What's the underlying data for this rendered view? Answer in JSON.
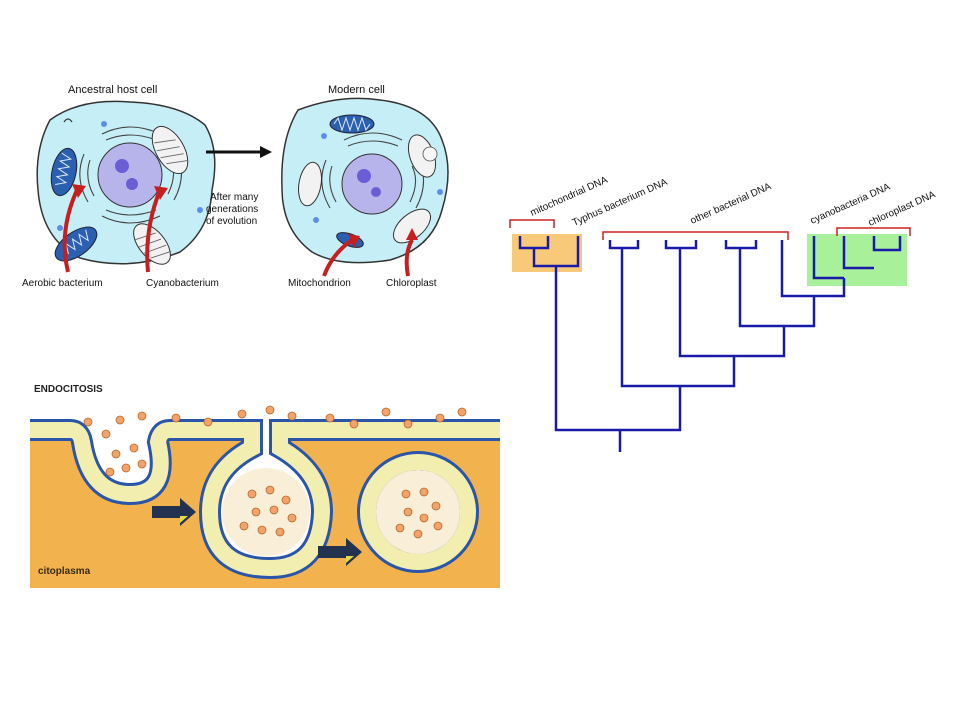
{
  "endosymbiosis": {
    "ancestral_label": "Ancestral host cell",
    "modern_label": "Modern cell",
    "arrow_text": [
      "After many",
      "generations",
      "of evolution"
    ],
    "aerobic_label": "Aerobic bacterium",
    "cyano_label": "Cyanobacterium",
    "mito_label": "Mitochondrion",
    "chloro_label": "Chloroplast"
  },
  "tree": {
    "labels": [
      "mitochondrial DNA",
      "Typhus bacterium DNA",
      "other bacterial DNA",
      "cyanobacteria DNA",
      "chloroplast DNA"
    ],
    "colors": {
      "branch": "#1a1aa8",
      "bracket": "#cc2222",
      "orange_box": "#f8c978",
      "green_box": "#a8f09a"
    }
  },
  "endocytosis": {
    "title": "ENDOCITOSIS",
    "cytoplasm_label": "citoplasma",
    "colors": {
      "cytoplasm": "#f2b24d",
      "membrane": "#f2eeb0",
      "head": "#2a55a8",
      "particle": "#f2a36b"
    }
  }
}
